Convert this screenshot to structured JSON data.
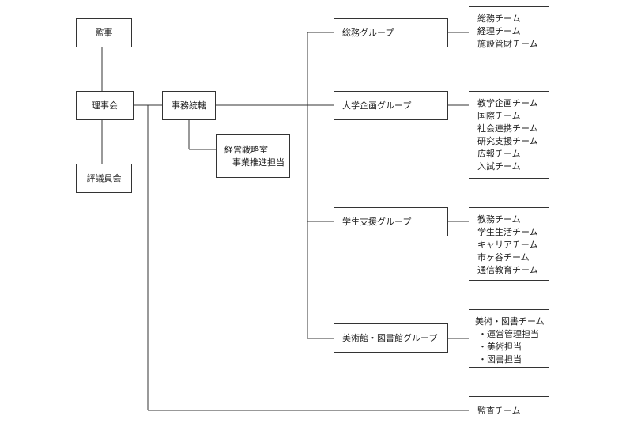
{
  "nodes": {
    "kanji": "監事",
    "rijikai": "理事会",
    "hyogiinkai": "評議員会",
    "jimu_tokatsu": "事務統轄",
    "keiei_senryaku": {
      "title": "経営戦略室",
      "member": "事業推進担当"
    },
    "somu_group": "総務グループ",
    "daigaku_kikaku_group": "大学企画グループ",
    "gakusei_shien_group": "学生支援グループ",
    "bijutsukan_group": "美術館・図書館グループ",
    "kansa_team": "監査チーム"
  },
  "teams": {
    "somu": [
      "総務チーム",
      "経理チーム",
      "施設管財チーム"
    ],
    "daigaku_kikaku": [
      "教学企画チーム",
      "国際チーム",
      "社会連携チーム",
      "研究支援チーム",
      "広報チーム",
      "入試チーム"
    ],
    "gakusei_shien": [
      "教務チーム",
      "学生生活チーム",
      "キャリアチーム",
      "市ヶ谷チーム",
      "通信教育チーム"
    ],
    "bijutsukan": [
      "美術・図書チーム",
      "・運営管理担当",
      "・美術担当",
      "・図書担当"
    ]
  }
}
